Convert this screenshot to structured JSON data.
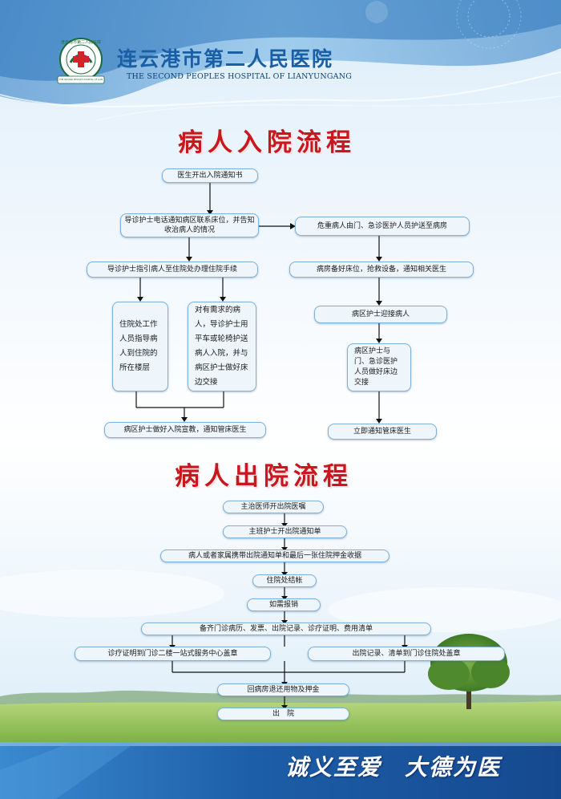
{
  "header": {
    "hospital_name": "连云港市第二人民医院",
    "hospital_name_en": "THE SECOND PEOPLES HOSPITAL OF LIANYUNGANG",
    "logo_ring_text": "连云港市第二人民医院",
    "logo_ring_text_en": "THE SECOND PEOPLES HOSPITAL OF LIANYUNGANG"
  },
  "admission": {
    "title": "病人入院流程",
    "steps": {
      "notice": "医生开出入院通知书",
      "guide_call": "导诊护士电话通知病区联系床位，并告知收治病人的情况",
      "critical": "危重病人由门、急诊医护人员护送至病房",
      "guide_lead": "导诊护士指引病人至住院处办理住院手续",
      "ward_prepare": "病房备好床位，抢救设备，通知相关医生",
      "office_staff": "住院处工作人员指导病人到住院的所在楼层",
      "wheelchair": "对有需求的病人，导诊护士用平车或轮椅护送病人入院，并与病区护士做好床边交接",
      "nurse_receive": "病区护士迎接病人",
      "handover": "病区护士与门、急诊医护人员做好床边交接",
      "education": "病区护士做好入院宣教，通知管床医生",
      "notify_doctor": "立即通知管床医生"
    }
  },
  "discharge": {
    "title": "病人出院流程",
    "steps": {
      "order": "主治医师开出院医嘱",
      "notice": "主班护士开出院通知单",
      "bring_docs": "病人或者家属携带出院通知单和最后一张住院押金收据",
      "settle": "住院处结帐",
      "reimburse": "如需报销",
      "prepare_docs": "备齐门诊病历、发票、出院记录、诊疗证明、费用清单",
      "stamp_center": "诊疗证明到门诊二楼一站式服务中心盖章",
      "stamp_office": "出院记录、清单到门诊住院处盖章",
      "return_items": "回病房退还用物及押金",
      "leave": "出　院"
    }
  },
  "footer": {
    "slogan_left": "诚义至爱",
    "slogan_right": "大德为医"
  },
  "colors": {
    "title_red": "#c8171e",
    "box_fill": "#eef6fc",
    "box_border": "#7fb0d8",
    "hospital_blue": "#1a5fa6",
    "footer_blue": "#1d5ea8",
    "grass_green": "#8cbf4a"
  }
}
